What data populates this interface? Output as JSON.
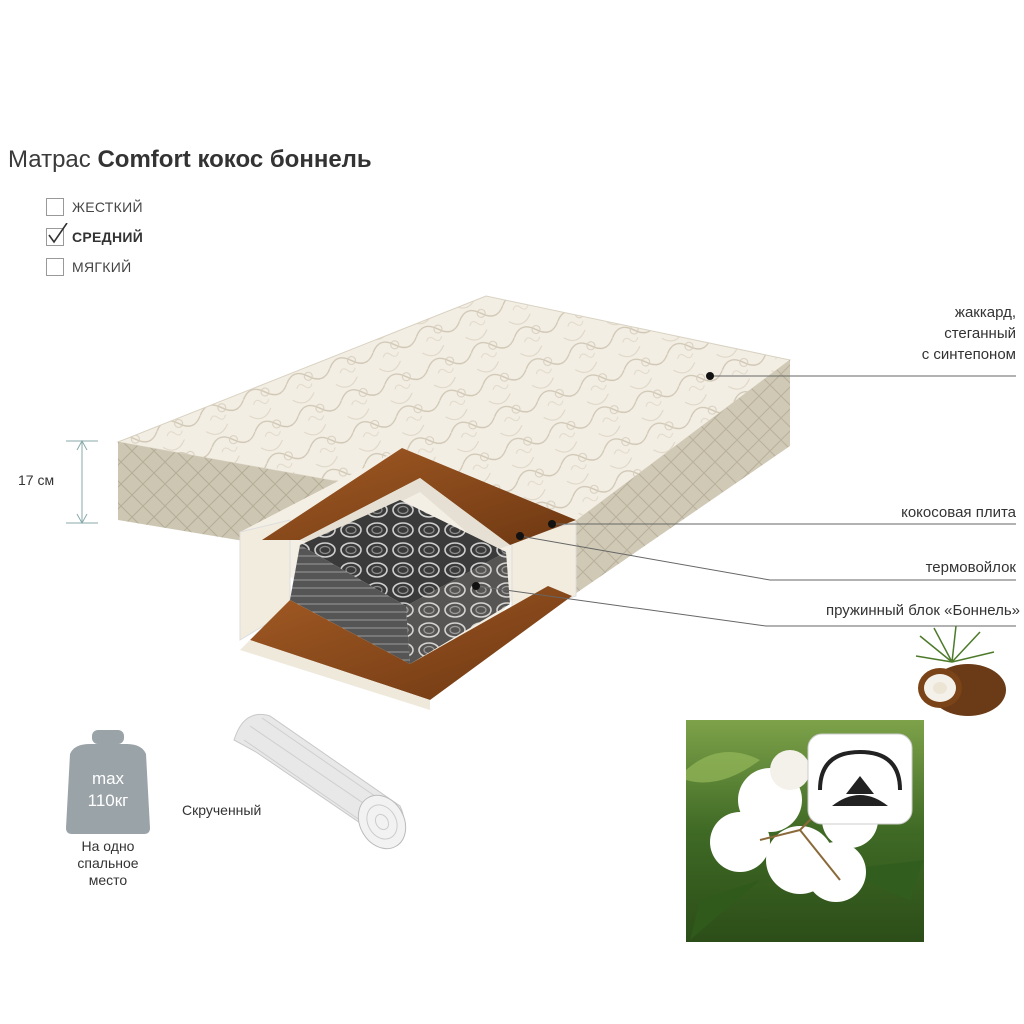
{
  "title": {
    "prefix": "Матрас",
    "name": "Comfort кокос боннель"
  },
  "firmness": [
    {
      "label": "ЖЕСТКИЙ",
      "checked": false
    },
    {
      "label": "СРЕДНИЙ",
      "checked": true
    },
    {
      "label": "МЯГКИЙ",
      "checked": false
    }
  ],
  "height_label": "17 см",
  "layers": [
    {
      "label": "жаккард,\nстеганный\nс синтепоном"
    },
    {
      "label": "кокосовая плита"
    },
    {
      "label": "термовойлок"
    },
    {
      "label": "пружинный блок «Боннель»"
    }
  ],
  "weight": {
    "line1": "max",
    "line2": "110кг",
    "caption": "На одно\nспальное\nместо"
  },
  "rolled_label": "Скрученный",
  "colors": {
    "coir": "#8b4a1c",
    "cover": "#efe9dc",
    "side": "#cfc7b3",
    "felt": "#e9e6df",
    "spring": "#2a2a2a",
    "weight": "#9aa3a8",
    "leaf": "#4d7a2a"
  },
  "icons": [
    "weight-icon",
    "rolled-mattress-icon",
    "coconut-icon",
    "cotton-icon"
  ]
}
